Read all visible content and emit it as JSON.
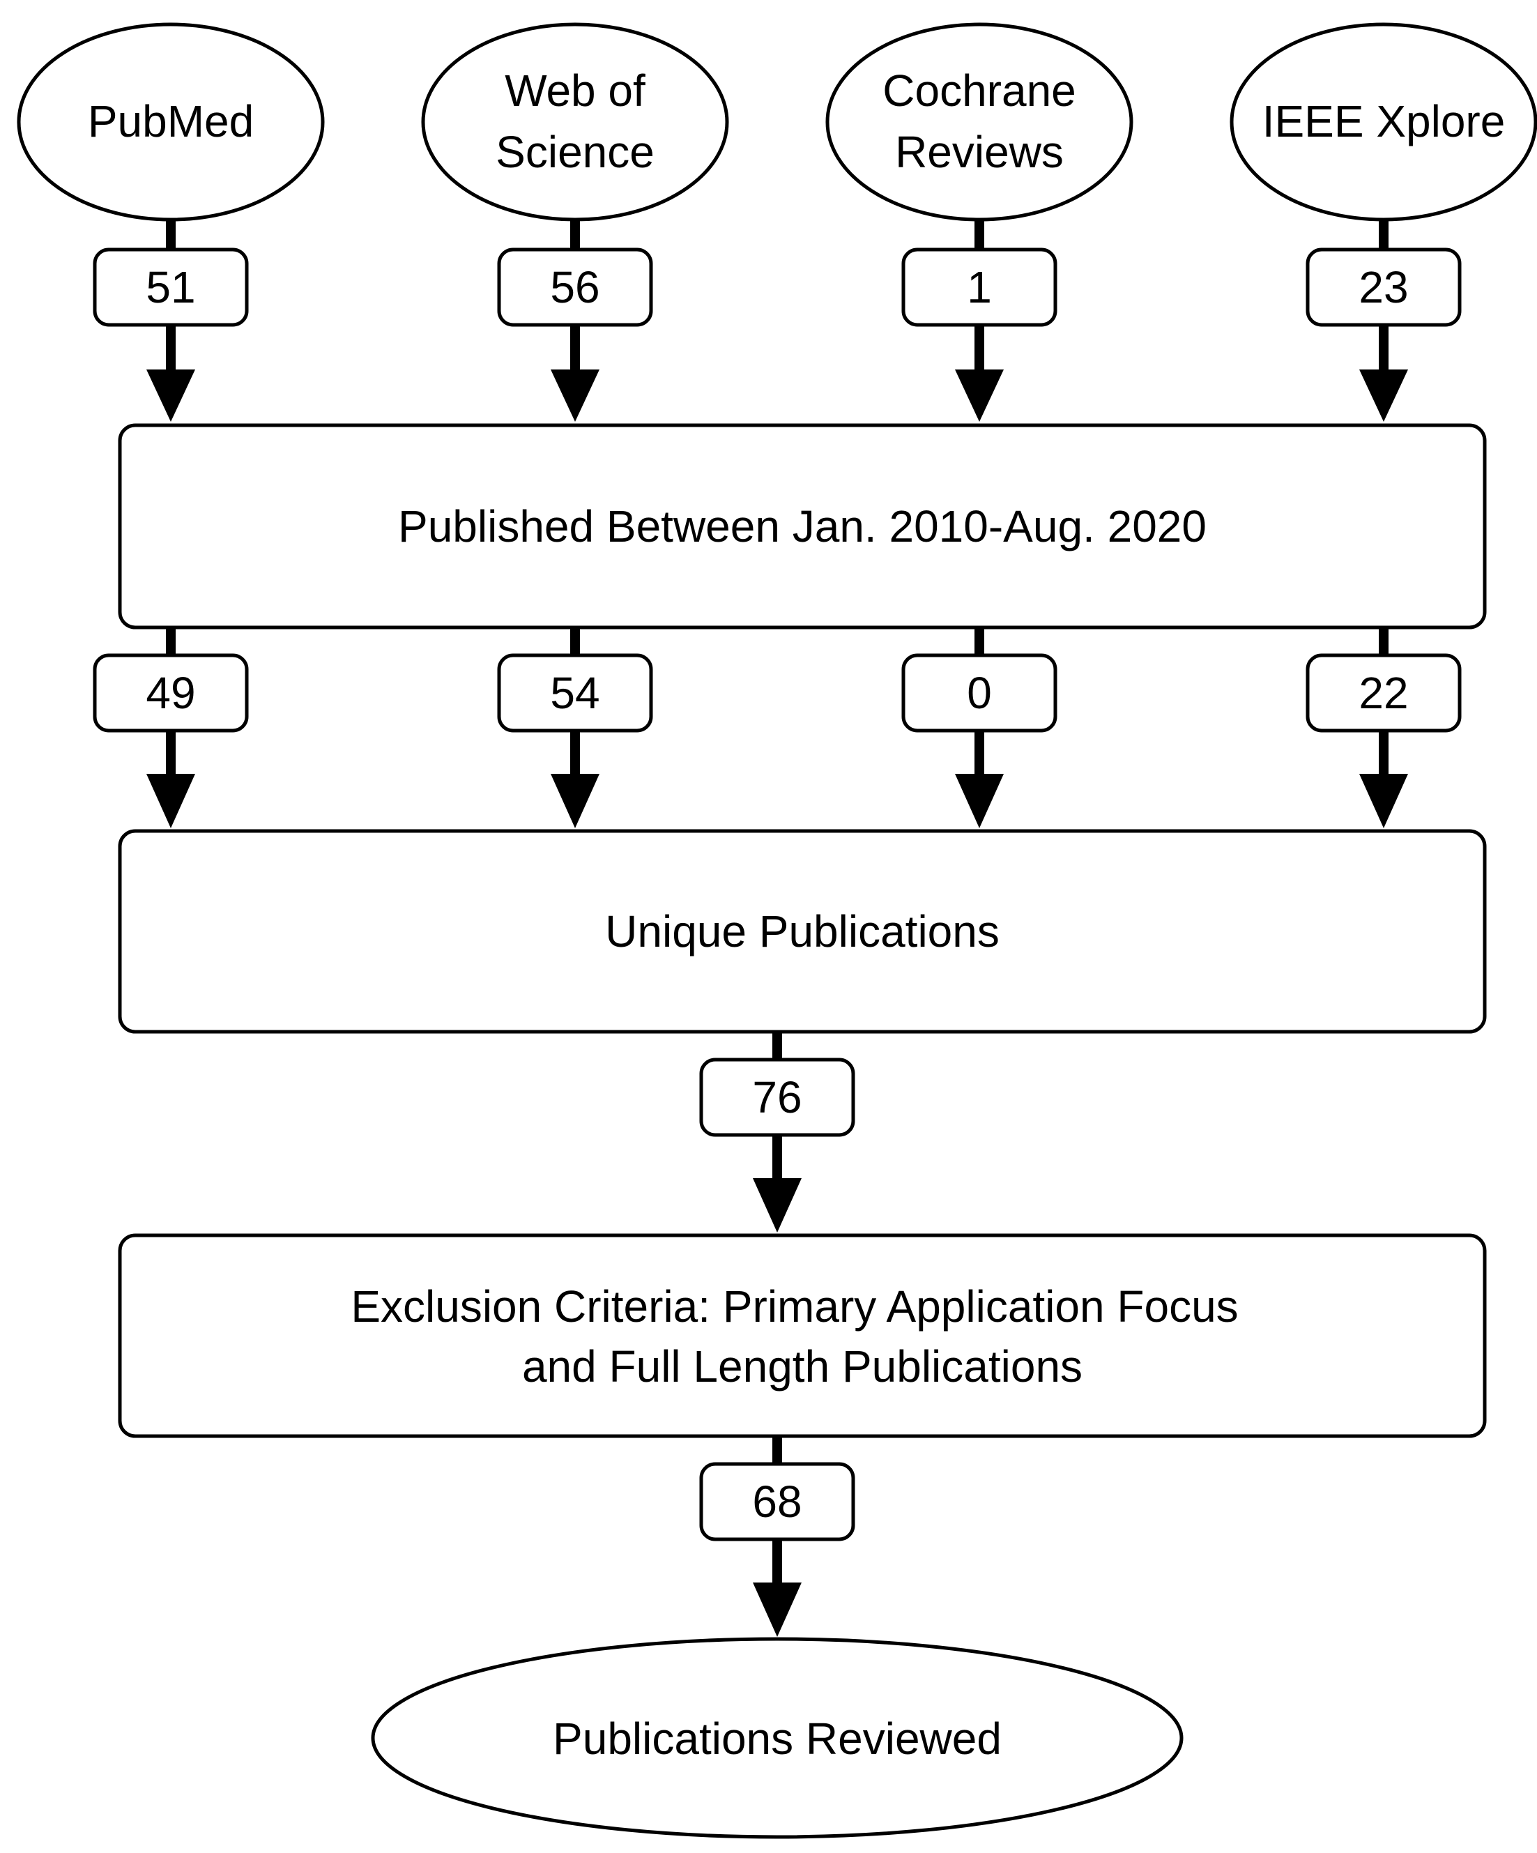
{
  "sources": [
    {
      "id": "pubmed",
      "lines": [
        "PubMed"
      ],
      "count": "51",
      "filtered_count": "49"
    },
    {
      "id": "web-of-science",
      "lines": [
        "Web of",
        "Science"
      ],
      "count": "56",
      "filtered_count": "54"
    },
    {
      "id": "cochrane-reviews",
      "lines": [
        "Cochrane",
        "Reviews"
      ],
      "count": "1",
      "filtered_count": "0"
    },
    {
      "id": "ieee-xplore",
      "lines": [
        "IEEE Xplore"
      ],
      "count": "23",
      "filtered_count": "22"
    }
  ],
  "stages": [
    {
      "id": "date-filter",
      "lines": [
        "Published Between Jan. 2010-Aug. 2020"
      ]
    },
    {
      "id": "unique-publications",
      "lines": [
        "Unique Publications"
      ]
    },
    {
      "id": "exclusion-criteria",
      "lines": [
        "Exclusion Criteria: Primary Application Focus",
        "and Full Length Publications"
      ]
    }
  ],
  "unique_count": "76",
  "final_count": "68",
  "result": {
    "lines": [
      "Publications Reviewed"
    ]
  },
  "colors": {
    "stroke": "#000000",
    "fill": "#ffffff",
    "text": "#000000"
  }
}
